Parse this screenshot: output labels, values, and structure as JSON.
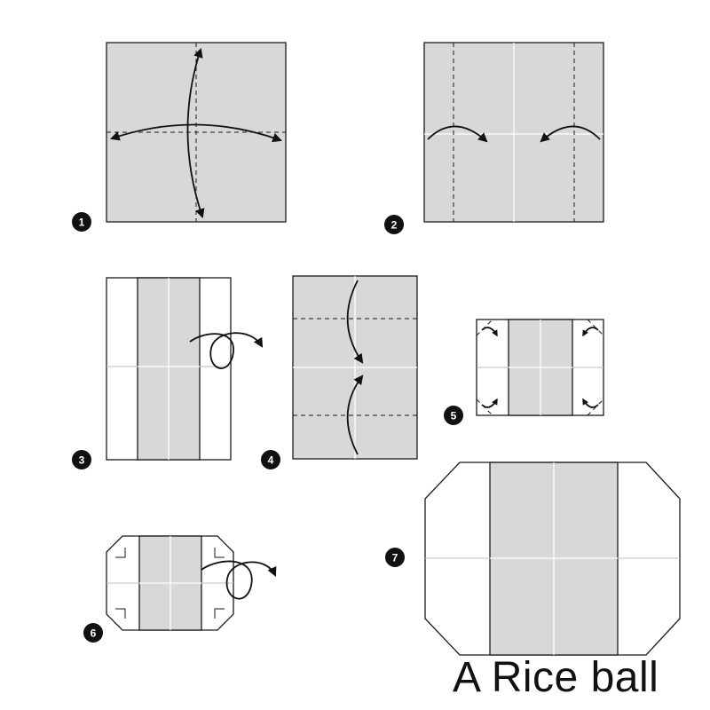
{
  "title": "A Rice ball",
  "steps": [
    {
      "number": "1"
    },
    {
      "number": "2"
    },
    {
      "number": "3"
    },
    {
      "number": "4"
    },
    {
      "number": "5"
    },
    {
      "number": "6"
    },
    {
      "number": "7"
    }
  ],
  "colors": {
    "paper": "#d8d8d8",
    "line": "#1a1a1a",
    "badge": "#111111"
  }
}
